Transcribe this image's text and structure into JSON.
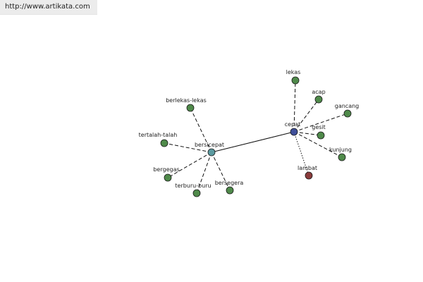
{
  "header": {
    "url": "http://www.artikata.com"
  },
  "colors": {
    "hub_primary": "#3f4f9a",
    "hub_secondary": "#5b9aa0",
    "synonym": "#4f8a4a",
    "antonym": "#8a3b3b"
  },
  "nodes": [
    {
      "id": "cepat",
      "label": "cepat",
      "role": "hub_primary"
    },
    {
      "id": "bersicepat",
      "label": "bersicepat",
      "role": "hub_secondary"
    },
    {
      "id": "lekas",
      "label": "lekas",
      "role": "synonym"
    },
    {
      "id": "acap",
      "label": "acap",
      "role": "synonym"
    },
    {
      "id": "gancang",
      "label": "gancang",
      "role": "synonym"
    },
    {
      "id": "gesit",
      "label": "gesit",
      "role": "synonym"
    },
    {
      "id": "kunjung",
      "label": "kunjung",
      "role": "synonym"
    },
    {
      "id": "lambat",
      "label": "lambat",
      "role": "antonym"
    },
    {
      "id": "berlekas-lekas",
      "label": "berlekas-lekas",
      "role": "synonym"
    },
    {
      "id": "tertalah-talah",
      "label": "tertalah-talah",
      "role": "synonym"
    },
    {
      "id": "bergegas",
      "label": "bergegas",
      "role": "synonym"
    },
    {
      "id": "terburu-buru",
      "label": "terburu-buru",
      "role": "synonym"
    },
    {
      "id": "bersegera",
      "label": "bersegera",
      "role": "synonym"
    }
  ],
  "edges": [
    {
      "from": "cepat",
      "to": "bersicepat",
      "style": "solid"
    },
    {
      "from": "cepat",
      "to": "lekas",
      "style": "dashed"
    },
    {
      "from": "cepat",
      "to": "acap",
      "style": "dashed"
    },
    {
      "from": "cepat",
      "to": "gancang",
      "style": "dashed"
    },
    {
      "from": "cepat",
      "to": "gesit",
      "style": "dashed"
    },
    {
      "from": "cepat",
      "to": "kunjung",
      "style": "dashed"
    },
    {
      "from": "cepat",
      "to": "lambat",
      "style": "dotted"
    },
    {
      "from": "bersicepat",
      "to": "berlekas-lekas",
      "style": "dashed"
    },
    {
      "from": "bersicepat",
      "to": "tertalah-talah",
      "style": "dashed"
    },
    {
      "from": "bersicepat",
      "to": "bergegas",
      "style": "dashed"
    },
    {
      "from": "bersicepat",
      "to": "terburu-buru",
      "style": "dashed"
    },
    {
      "from": "bersicepat",
      "to": "bersegera",
      "style": "dashed"
    }
  ]
}
